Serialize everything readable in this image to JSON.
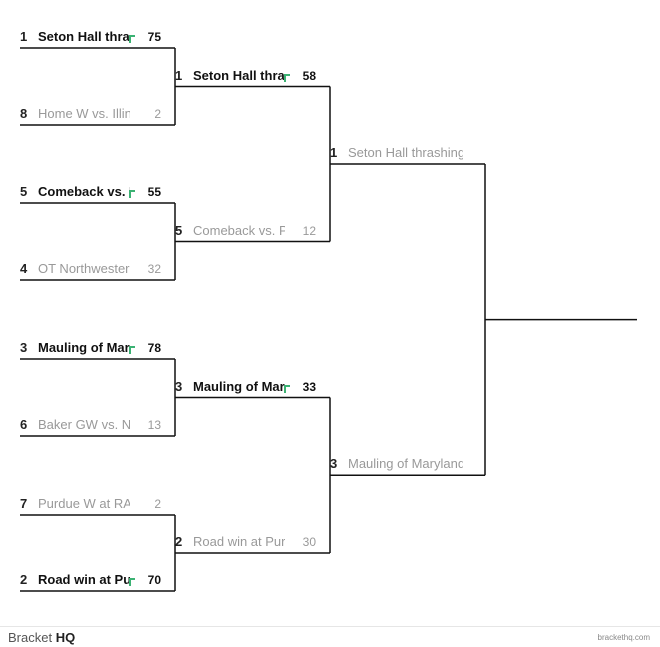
{
  "rounds": [
    {
      "slots": [
        {
          "seed": "1",
          "name": "Seton Hall thrashing",
          "score": "75",
          "winner": true
        },
        {
          "seed": "8",
          "name": "Home W vs. Illinois",
          "score": "2",
          "winner": false
        },
        {
          "seed": "5",
          "name": "Comeback vs. PSU",
          "score": "55",
          "winner": true
        },
        {
          "seed": "4",
          "name": "OT Northwestern",
          "score": "32",
          "winner": false
        },
        {
          "seed": "3",
          "name": "Mauling of Maryland",
          "score": "78",
          "winner": true
        },
        {
          "seed": "6",
          "name": "Baker GW vs. Neb",
          "score": "13",
          "winner": false
        },
        {
          "seed": "7",
          "name": "Purdue W at RAC",
          "score": "2",
          "winner": false
        },
        {
          "seed": "2",
          "name": "Road win at Purdue",
          "score": "70",
          "winner": true
        }
      ]
    },
    {
      "slots": [
        {
          "seed": "1",
          "name": "Seton Hall thrashing",
          "score": "58",
          "winner": true
        },
        {
          "seed": "5",
          "name": "Comeback vs. PSU",
          "score": "12",
          "winner": false
        },
        {
          "seed": "3",
          "name": "Mauling of Maryland",
          "score": "33",
          "winner": true
        },
        {
          "seed": "2",
          "name": "Road win at Purdue",
          "score": "30",
          "winner": false
        }
      ]
    },
    {
      "slots": [
        {
          "seed": "1",
          "name": "Seton Hall thrashing",
          "score": "",
          "winner": false
        },
        {
          "seed": "3",
          "name": "Mauling of Maryland",
          "score": "",
          "winner": false
        }
      ]
    }
  ],
  "footer": {
    "brand_light": "Bracket",
    "brand_bold": "HQ",
    "site": "brackethq.com"
  },
  "colors": {
    "winner_flag": "#3bb273",
    "line": "#111111",
    "loser_text": "#999999"
  }
}
